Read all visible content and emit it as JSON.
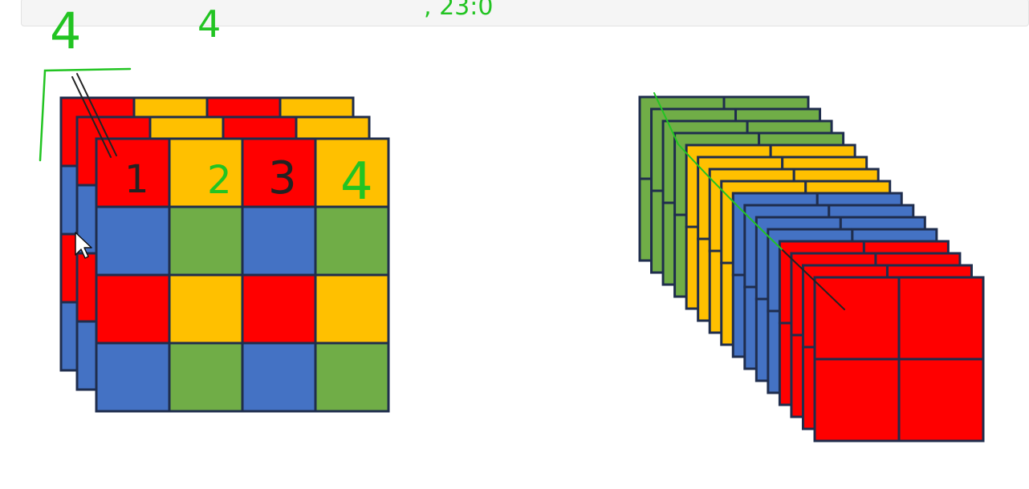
{
  "colors": {
    "red": "#ff0000",
    "yellow": "#ffc000",
    "blue": "#4472c4",
    "green": "#70ad47",
    "outline": "#1f2d4d",
    "ink_green": "#22c422",
    "ink_dark": "#222222"
  },
  "annotations": {
    "top_left": "4",
    "top_middle": "4",
    "top_right": ", 23:0",
    "cell_1": "1",
    "cell_2": "2",
    "cell_3": "3",
    "cell_4": "4"
  },
  "left_grid": {
    "layers": 3,
    "rows": [
      [
        "red",
        "yellow",
        "red",
        "yellow"
      ],
      [
        "blue",
        "green",
        "blue",
        "green"
      ],
      [
        "red",
        "yellow",
        "red",
        "yellow"
      ],
      [
        "blue",
        "green",
        "blue",
        "green"
      ]
    ]
  },
  "right_stack": {
    "groups": [
      {
        "color": "green",
        "count": 4
      },
      {
        "color": "yellow",
        "count": 4
      },
      {
        "color": "blue",
        "count": 4
      },
      {
        "color": "red",
        "count": 4
      }
    ],
    "cells_per_slice": "2x2"
  }
}
